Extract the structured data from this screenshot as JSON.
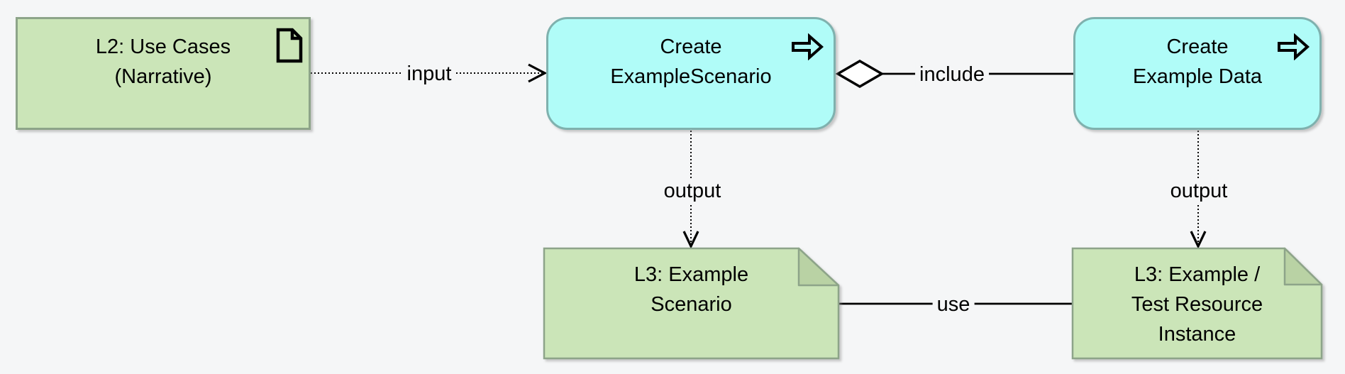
{
  "colors": {
    "bg": "#f5f6f7",
    "green-fill": "#cbe5b8",
    "green-stroke": "#8da489",
    "note-fold": "#b9d2a4",
    "cyan-fill": "#b0fcf8",
    "cyan-stroke": "#7fb1ae",
    "line": "#000000",
    "text": "#000000"
  },
  "nodes": {
    "useCases": {
      "label": "L2: Use Cases\n(Narrative)",
      "shape": "rectangle",
      "icon": "document-icon"
    },
    "createScenario": {
      "label": "Create\nExampleScenario",
      "shape": "rounded-rectangle",
      "icon": "process-arrow-icon"
    },
    "createData": {
      "label": "Create\nExample Data",
      "shape": "rounded-rectangle",
      "icon": "process-arrow-icon"
    },
    "noteScenario": {
      "label": "L3: Example\nScenario",
      "shape": "note"
    },
    "noteResource": {
      "label": "L3: Example /\nTest Resource\nInstance",
      "shape": "note"
    }
  },
  "edges": {
    "input": {
      "label": "input",
      "from": "useCases",
      "to": "createScenario",
      "line": "dotted",
      "marker": "open-arrow"
    },
    "include": {
      "label": "include",
      "from": "createScenario",
      "to": "createData",
      "line": "solid",
      "marker": "hollow-diamond"
    },
    "output1": {
      "label": "output",
      "from": "createScenario",
      "to": "noteScenario",
      "line": "dotted",
      "marker": "open-arrow"
    },
    "output2": {
      "label": "output",
      "from": "createData",
      "to": "noteResource",
      "line": "dotted",
      "marker": "open-arrow"
    },
    "use": {
      "label": "use",
      "from": "noteScenario",
      "to": "noteResource",
      "line": "solid",
      "marker": "none"
    }
  }
}
